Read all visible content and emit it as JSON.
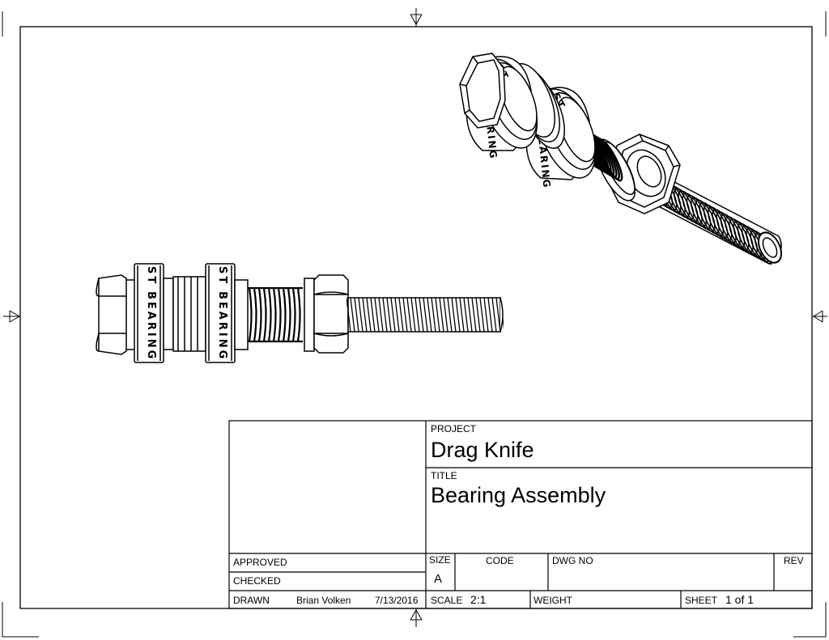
{
  "title_block": {
    "project_label": "PROJECT",
    "project": "Drag Knife",
    "title_label": "TITLE",
    "title": "Bearing Assembly",
    "approved_label": "APPROVED",
    "checked_label": "CHECKED",
    "drawn_label": "DRAWN",
    "drawn_by": "Brian Volken",
    "drawn_date": "7/13/2016",
    "size_label": "SIZE",
    "size": "A",
    "code_label": "CODE",
    "dwg_no_label": "DWG NO",
    "rev_label": "REV",
    "scale_label": "SCALE",
    "scale": "2:1",
    "weight_label": "WEIGHT",
    "sheet_label": "SHEET",
    "sheet": "1 of 1"
  },
  "bearing_engraving": [
    "ST",
    "BEARING"
  ]
}
